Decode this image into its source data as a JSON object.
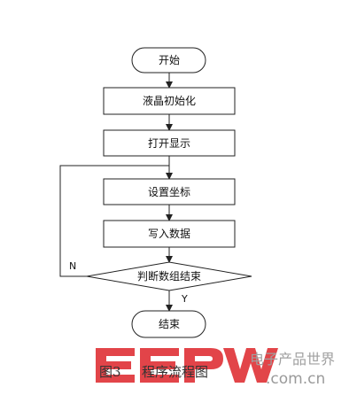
{
  "diagram": {
    "nodes": {
      "start": "开始",
      "init_lcd": "液晶初始化",
      "open_display": "打开显示",
      "set_coords": "设置坐标",
      "write_data": "写入数据",
      "check_end": "判断数组结束",
      "end": "结束"
    },
    "edge_labels": {
      "no": "N",
      "yes": "Y"
    }
  },
  "caption": {
    "figure_number": "图3",
    "title": "程序流程图"
  },
  "watermark": {
    "logo": "EEPW",
    "slogan": "电子产品世界",
    "site": ".com.cn",
    "logo_color": "#e0353a"
  }
}
